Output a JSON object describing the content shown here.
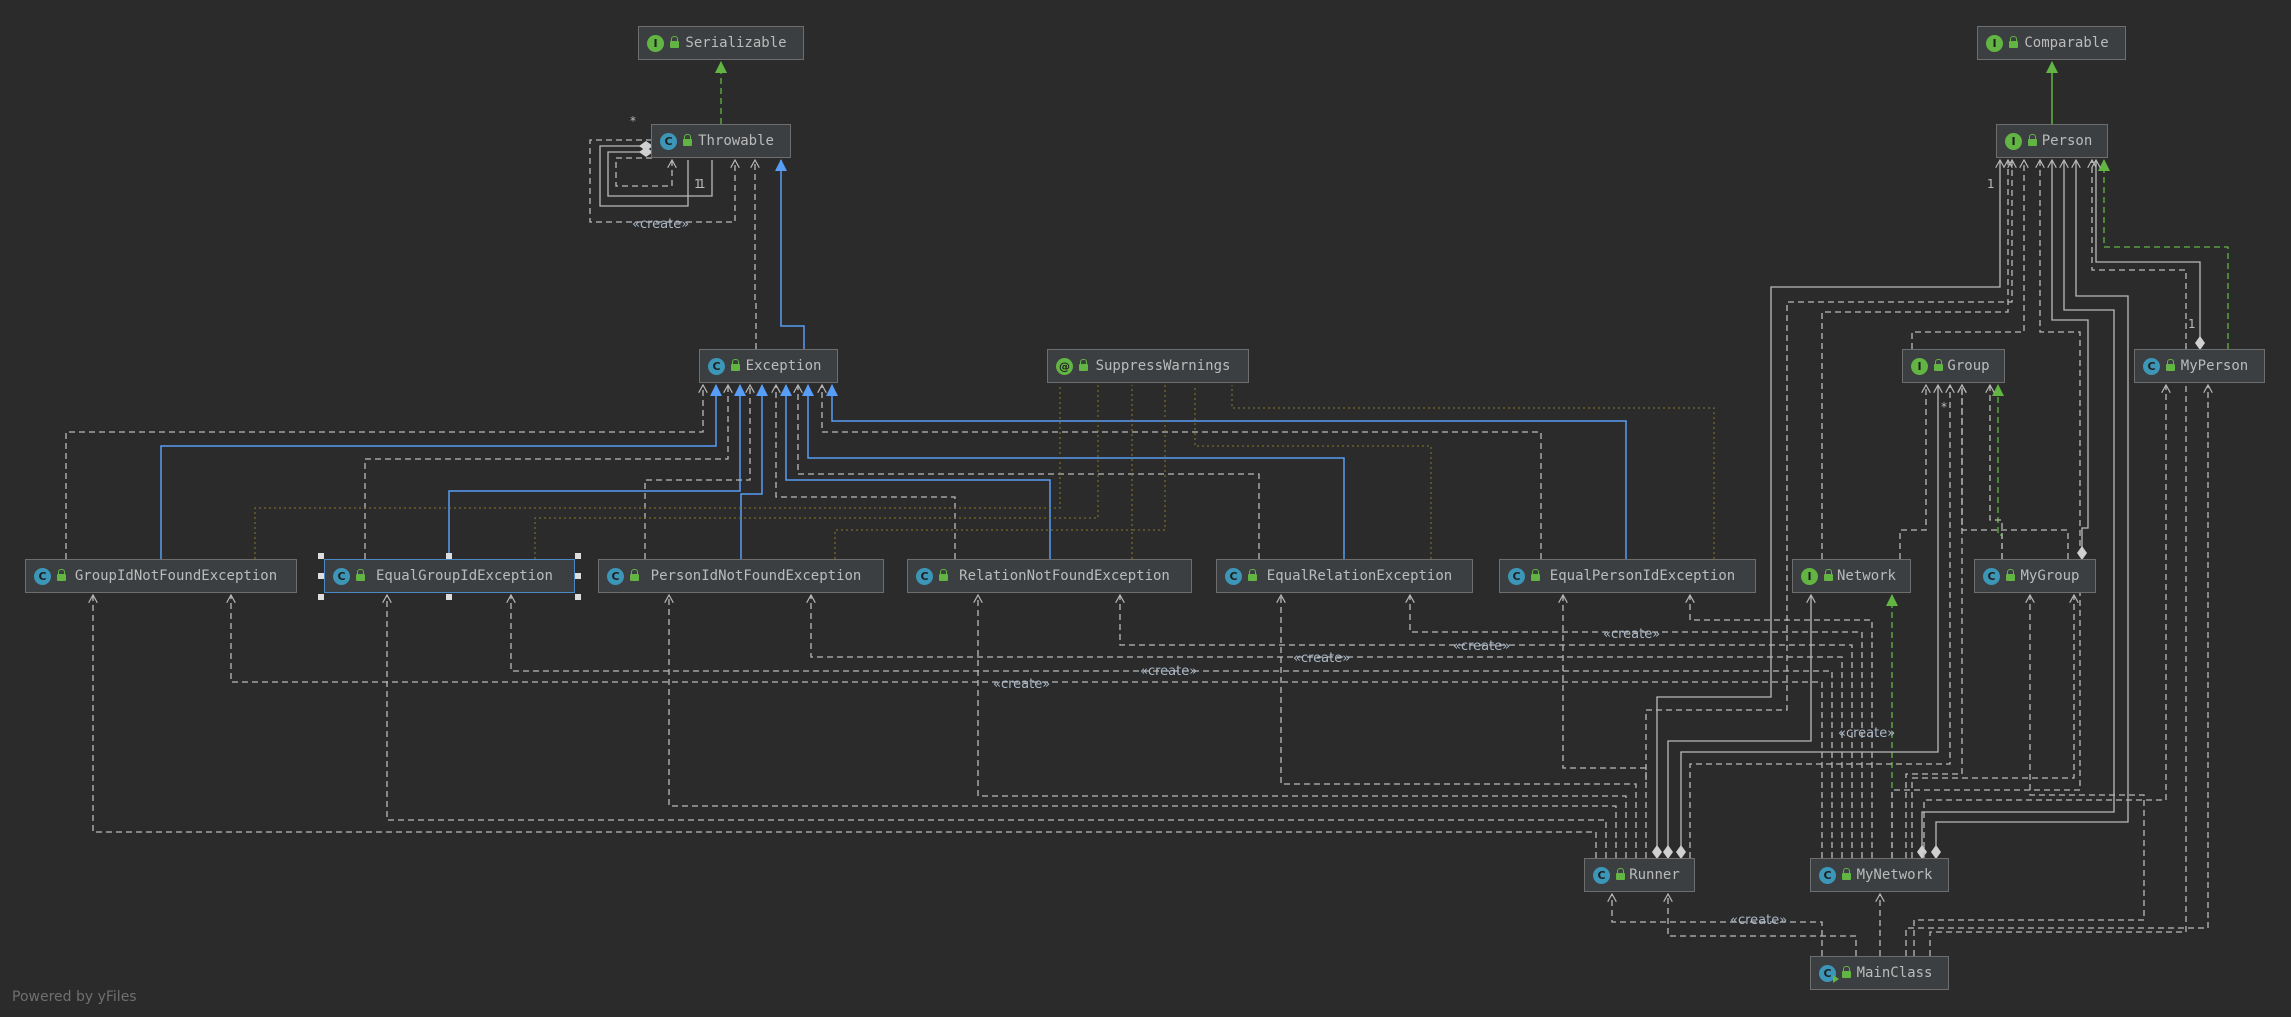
{
  "nodes": {
    "serializable": {
      "label": "Serializable",
      "kind": "interface",
      "badge": "I"
    },
    "comparable": {
      "label": "Comparable",
      "kind": "interface",
      "badge": "I"
    },
    "throwable": {
      "label": "Throwable",
      "kind": "class",
      "badge": "C"
    },
    "person": {
      "label": "Person",
      "kind": "interface",
      "badge": "I"
    },
    "exception": {
      "label": "Exception",
      "kind": "class",
      "badge": "C"
    },
    "suppress_warnings": {
      "label": "SuppressWarnings",
      "kind": "annotation",
      "badge": "@"
    },
    "group": {
      "label": "Group",
      "kind": "interface",
      "badge": "I"
    },
    "my_person": {
      "label": "MyPerson",
      "kind": "class",
      "badge": "C"
    },
    "group_id_not_found": {
      "label": "GroupIdNotFoundException",
      "kind": "class",
      "badge": "C"
    },
    "equal_group_id": {
      "label": "EqualGroupIdException",
      "kind": "class",
      "badge": "C",
      "selected": true
    },
    "person_id_not_found": {
      "label": "PersonIdNotFoundException",
      "kind": "class",
      "badge": "C"
    },
    "relation_not_found": {
      "label": "RelationNotFoundException",
      "kind": "class",
      "badge": "C"
    },
    "equal_relation": {
      "label": "EqualRelationException",
      "kind": "class",
      "badge": "C"
    },
    "equal_person_id": {
      "label": "EqualPersonIdException",
      "kind": "class",
      "badge": "C"
    },
    "network": {
      "label": "Network",
      "kind": "interface",
      "badge": "I"
    },
    "my_group": {
      "label": "MyGroup",
      "kind": "class",
      "badge": "C"
    },
    "runner": {
      "label": "Runner",
      "kind": "class",
      "badge": "C"
    },
    "my_network": {
      "label": "MyNetwork",
      "kind": "class",
      "badge": "C"
    },
    "main_class": {
      "label": "MainClass",
      "kind": "main",
      "badge": "C"
    }
  },
  "edge_labels": {
    "create_throwable": "«create»",
    "create_1": "«create»",
    "create_2": "«create»",
    "create_3": "«create»",
    "create_4": "«create»",
    "create_5": "«create»",
    "create_6": "«create»",
    "create_main": "«create»"
  },
  "multiplicities": {
    "throwable_star": "*",
    "throwable_1a": "1",
    "throwable_1b": "1",
    "person_1": "1",
    "my_person_1": "1",
    "group_star": "*"
  },
  "colors": {
    "background": "#2b2b2b",
    "node_fill": "#3c3f41",
    "node_border": "#6e6e6e",
    "dependency": "#b9b9b9",
    "inheritance": "#589df6",
    "implementation": "#62b543",
    "annotation_link": "#8a7a2a",
    "selected": "#4a88c7"
  },
  "footer": {
    "text": "Powered by yFiles"
  }
}
